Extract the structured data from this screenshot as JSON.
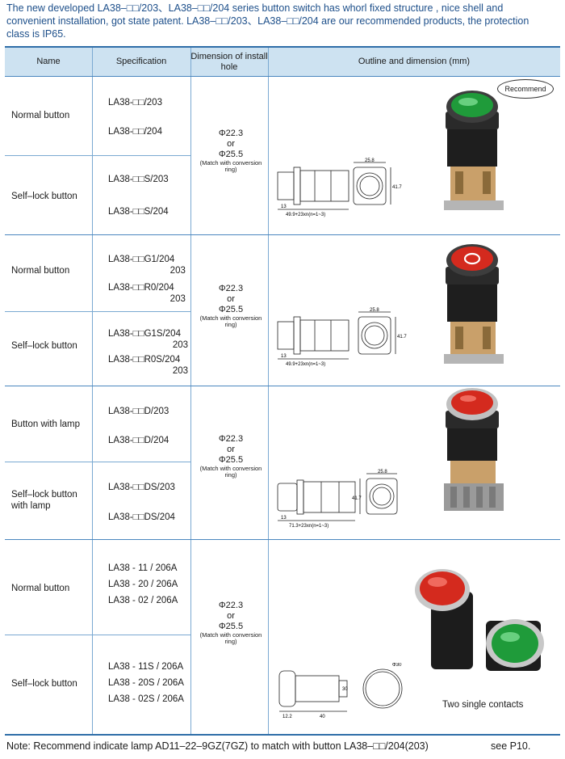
{
  "intro": {
    "line1": "The new developed LA38–□□/203、LA38–□□/204 series button switch has whorl fixed structure , nice shell and",
    "line2": "convenient installation, got state patent. LA38–□□/203、LA38–□□/204 are our recommended products, the protection",
    "line3": "class is IP65."
  },
  "header": {
    "name": "Name",
    "specification": "Specification",
    "dimension": "Dimension of install hole",
    "outline": "Outline and dimension (mm)"
  },
  "groups": [
    {
      "rows": [
        {
          "name": "Normal button",
          "specs": [
            "LA38-□□/203",
            "LA38-□□/204"
          ]
        },
        {
          "name": "Self–lock button",
          "specs": [
            "LA38-□□S/203",
            "LA38-□□S/204"
          ]
        }
      ],
      "dim": {
        "d1": "Φ22.3",
        "or": "or",
        "d2": "Φ25.5",
        "match": "(Match with conversion ring)"
      },
      "drawing": {
        "width_label": "25.8",
        "height_label": "41.7",
        "shaft_label": "13",
        "length_label": "49.9+23xn(n=1~3)"
      }
    },
    {
      "rows": [
        {
          "name": "Normal button",
          "specs": [
            "LA38-□□G1/204\n                        203",
            "LA38-□□R0/204\n                        203"
          ]
        },
        {
          "name": "Self–lock button",
          "specs": [
            "LA38-□□G1S/204\n                         203",
            "LA38-□□R0S/204\n                         203"
          ]
        }
      ],
      "dim": {
        "d1": "Φ22.3",
        "or": "or",
        "d2": "Φ25.5",
        "match": "(Match with conversion ring)"
      },
      "drawing": {
        "width_label": "25.8",
        "height_label": "41.7",
        "shaft_label": "13",
        "length_label": "49.9+23xn(n=1~3)"
      }
    },
    {
      "rows": [
        {
          "name": "Button with lamp",
          "specs": [
            "LA38-□□D/203",
            "LA38-□□D/204"
          ]
        },
        {
          "name": "Self–lock button\nwith lamp",
          "specs": [
            "LA38-□□DS/203",
            "LA38-□□DS/204"
          ]
        }
      ],
      "dim": {
        "d1": "Φ22.3",
        "or": "or",
        "d2": "Φ25.5",
        "match": "(Match with conversion ring)"
      },
      "drawing": {
        "width_label": "25.8",
        "height_label": "41.7",
        "shaft_label": "13",
        "length_label": "71.3+23xn(n=1~3)"
      }
    },
    {
      "rows": [
        {
          "name": "Normal button",
          "specs": [
            "LA38 - 11 / 206A",
            "LA38 - 20 / 206A",
            "LA38 - 02 / 206A"
          ]
        },
        {
          "name": "Self–lock button",
          "specs": [
            "LA38 - 11S / 206A",
            "LA38 - 20S / 206A",
            "LA38 - 02S / 206A"
          ]
        }
      ],
      "dim": {
        "d1": "Φ22.3",
        "or": "or",
        "d2": "Φ25.5",
        "match": "(Match with conversion ring)"
      },
      "drawing": {
        "width_label": "Φ30",
        "shaft_label": "12.2",
        "length_label": "40",
        "side_label": "30"
      }
    }
  ],
  "recommend_badge": "Recommend",
  "caption": "Two single contacts",
  "note": "Note: Recommend indicate lamp AD11–22–9GZ(7GZ) to match with button LA38–□□/204(203)",
  "see": "see P10.",
  "colors": {
    "accent": "#2f6ea8",
    "header_bg": "#cde2f1",
    "intro_text": "#1d4f8a",
    "green_cap": "#1f9b3a",
    "red_cap": "#d42a1e"
  }
}
